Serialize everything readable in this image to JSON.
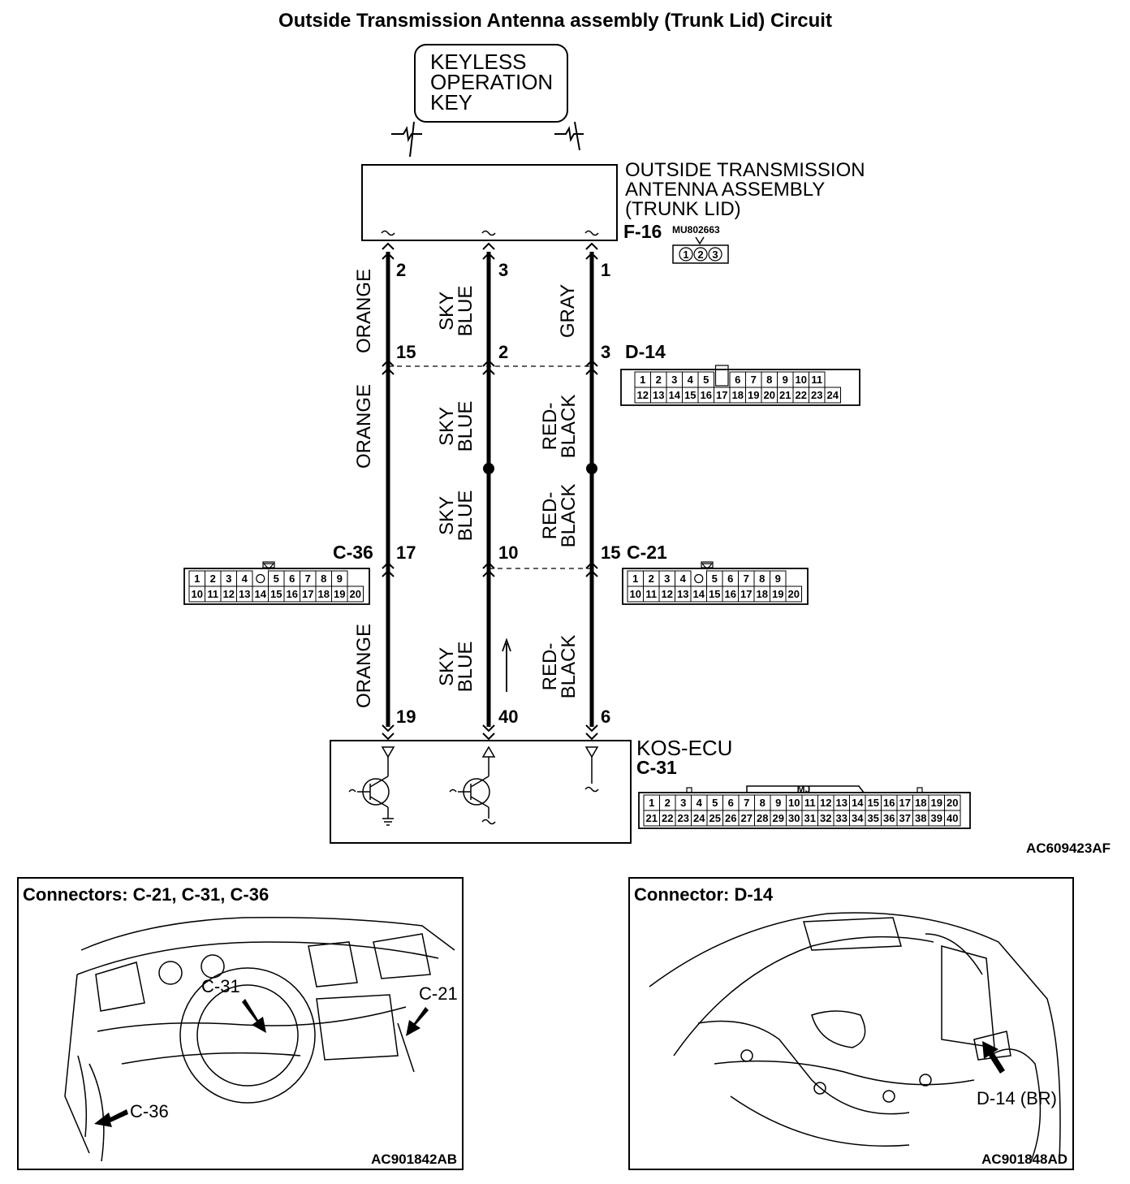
{
  "title": "Outside Transmission Antenna assembly (Trunk Lid) Circuit",
  "key_box": {
    "lines": [
      "KEYLESS",
      "OPERATION",
      "KEY"
    ]
  },
  "antenna": {
    "lines": [
      "OUTSIDE TRANSMISSION",
      "ANTENNA ASSEMBLY",
      "(TRUNK LID)"
    ],
    "connector_id": "F-16",
    "part_code": "MU802663",
    "pins": [
      "1",
      "2",
      "3"
    ]
  },
  "wires": {
    "left": {
      "f16_pin": "2",
      "d14_pin": "15",
      "c36_pin": "17",
      "ecu_pin": "19",
      "colors": [
        "ORANGE",
        "ORANGE",
        "ORANGE"
      ]
    },
    "middle": {
      "f16_pin": "3",
      "d14_pin": "2",
      "c21_pin": "10",
      "ecu_pin": "40",
      "colors": [
        [
          "SKY",
          "BLUE"
        ],
        [
          "SKY",
          "BLUE"
        ],
        [
          "SKY",
          "BLUE"
        ],
        [
          "SKY",
          "BLUE"
        ]
      ]
    },
    "right": {
      "f16_pin": "1",
      "d14_pin": "3",
      "c21_pin": "15",
      "ecu_pin": "6",
      "colors": [
        "GRAY",
        [
          "RED-",
          "BLACK"
        ],
        [
          "RED-",
          "BLACK"
        ],
        [
          "RED-",
          "BLACK"
        ]
      ]
    }
  },
  "connectors": {
    "d14": {
      "id": "D-14",
      "row1": [
        "1",
        "2",
        "3",
        "4",
        "5",
        "",
        "6",
        "7",
        "8",
        "9",
        "10",
        "11"
      ],
      "row2": [
        "12",
        "13",
        "14",
        "15",
        "16",
        "17",
        "18",
        "19",
        "20",
        "21",
        "22",
        "23",
        "24"
      ]
    },
    "c36": {
      "id": "C-36",
      "row1": [
        "1",
        "2",
        "3",
        "4",
        "",
        "5",
        "6",
        "7",
        "8",
        "9"
      ],
      "row2": [
        "10",
        "11",
        "12",
        "13",
        "14",
        "15",
        "16",
        "17",
        "18",
        "19",
        "20"
      ]
    },
    "c21": {
      "id": "C-21",
      "row1": [
        "1",
        "2",
        "3",
        "4",
        "",
        "5",
        "6",
        "7",
        "8",
        "9"
      ],
      "row2": [
        "10",
        "11",
        "12",
        "13",
        "14",
        "15",
        "16",
        "17",
        "18",
        "19",
        "20"
      ]
    },
    "c31": {
      "id": "C-31",
      "tag": "MJ",
      "row1": [
        "1",
        "2",
        "3",
        "4",
        "5",
        "6",
        "7",
        "8",
        "9",
        "10",
        "11",
        "12",
        "13",
        "14",
        "15",
        "16",
        "17",
        "18",
        "19",
        "20"
      ],
      "row2": [
        "21",
        "22",
        "23",
        "24",
        "25",
        "26",
        "27",
        "28",
        "29",
        "30",
        "31",
        "32",
        "33",
        "34",
        "35",
        "36",
        "37",
        "38",
        "39",
        "40"
      ]
    }
  },
  "ecu": {
    "name": "KOS-ECU",
    "connector_id": "C-31"
  },
  "figure_code": "AC609423AF",
  "photo_left": {
    "heading": "Connectors: C-21, C-31, C-36",
    "labels": {
      "c31": "C-31",
      "c21": "C-21",
      "c36": "C-36"
    },
    "code": "AC901842AB"
  },
  "photo_right": {
    "heading": "Connector: D-14",
    "labels": {
      "d14": "D-14 (BR)"
    },
    "code": "AC901848AD"
  }
}
